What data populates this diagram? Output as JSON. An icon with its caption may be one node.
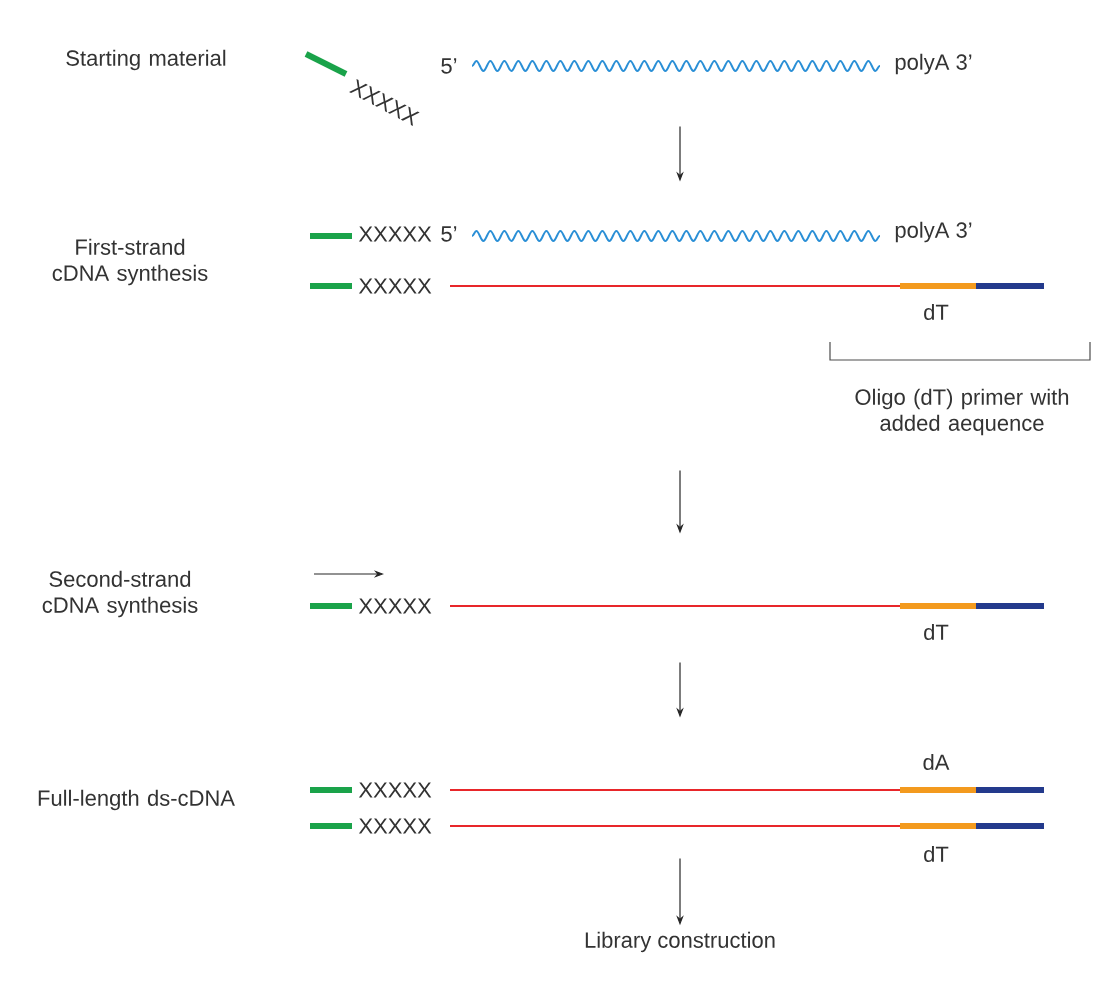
{
  "diagram": {
    "nodes": [
      {
        "text": [
          "XXXXX",
          "5’",
          "polyA 3’"
        ]
      },
      {
        "text": [
          "XXXXX",
          "5’",
          "polyA 3’",
          "XXXXX",
          "dT",
          "Oligo (dT) primer with added aequence"
        ]
      },
      {
        "text": [
          "XXXXX",
          "dT"
        ]
      },
      {
        "text": [
          "dA",
          "XXXXX",
          "XXXXX",
          "dT"
        ]
      },
      {
        "text": [
          "Library construction"
        ]
      }
    ],
    "edges": [
      {
        "from": 0,
        "to": 1,
        "arrow": "to"
      },
      {
        "from": 1,
        "to": 2,
        "arrow": "to"
      },
      {
        "from": 2,
        "to": 3,
        "arrow": "to"
      },
      {
        "from": 3,
        "to": 4,
        "arrow": "to"
      }
    ],
    "labels": [
      "Starting material",
      "First-strand cDNA synthesis",
      "Second-strand cDNA synthesis",
      "Full-length ds-cDNA"
    ]
  }
}
